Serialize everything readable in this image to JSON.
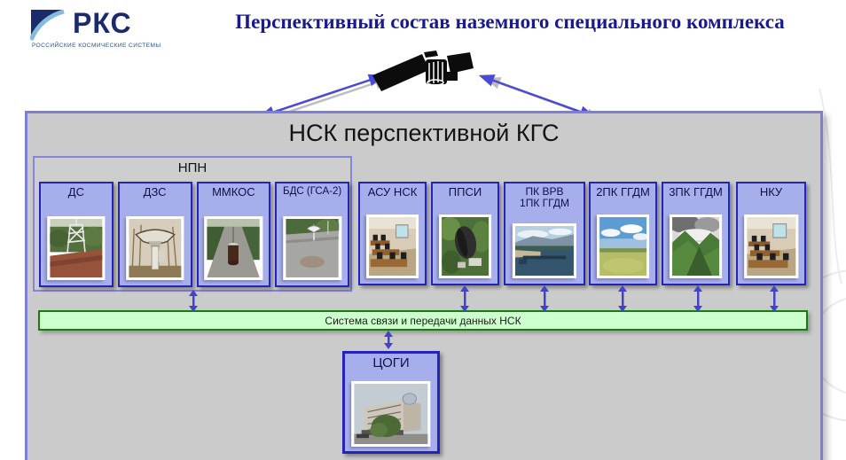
{
  "header": {
    "logo": {
      "text": "РКС",
      "subtext": "РОССИЙСКИЕ КОСМИЧЕСКИЕ СИСТЕМЫ"
    },
    "title": "Перспективный состав наземного специального комплекса"
  },
  "diagram": {
    "main_box_title": "НСК перспективной КГС",
    "npn_group": {
      "label": "НПН",
      "units": [
        {
          "label": "ДС",
          "photo_alt": "lattice-tower-on-red-roof"
        },
        {
          "label": "ДЗС",
          "photo_alt": "dish-antenna-on-pedestal"
        },
        {
          "label": "ММКОС",
          "photo_alt": "cylindrical-instrument-on-road"
        },
        {
          "label": "БДС (ГСА-2)",
          "photo_alt": "rooftop-antenna-unit"
        }
      ]
    },
    "units": [
      {
        "label": "АСУ НСК",
        "photo_alt": "computer-classroom"
      },
      {
        "label": "ППСИ",
        "photo_alt": "dish-antenna-in-trees"
      },
      {
        "label": "ПК ВРВ",
        "label2": "1ПК ГГДМ",
        "photo_alt": "harbor-bay-with-mountains"
      },
      {
        "label": "2ПК ГГДМ",
        "photo_alt": "field-under-blue-sky"
      },
      {
        "label": "3ПК ГГДМ",
        "photo_alt": "green-mountain-valley"
      },
      {
        "label": "НКУ",
        "photo_alt": "computer-control-room"
      }
    ],
    "comm_bar": {
      "label": "Система связи и передачи данных НСК"
    },
    "tsogi": {
      "label": "ЦОГИ",
      "photo_alt": "building-with-dome"
    },
    "satellite_icon": "satellite"
  },
  "colors": {
    "title_navy": "#1a1a8e",
    "outer_box_bg": "#cbcbcb",
    "outer_box_border": "#7e7ed6",
    "unit_box_bg": "#a7aeec",
    "unit_box_border": "#2424bc",
    "comm_bar_bg": "#ccffcc",
    "comm_bar_border": "#177a17",
    "arrow_blue": "#4343c8",
    "logo_navy": "#1b2a6b"
  }
}
